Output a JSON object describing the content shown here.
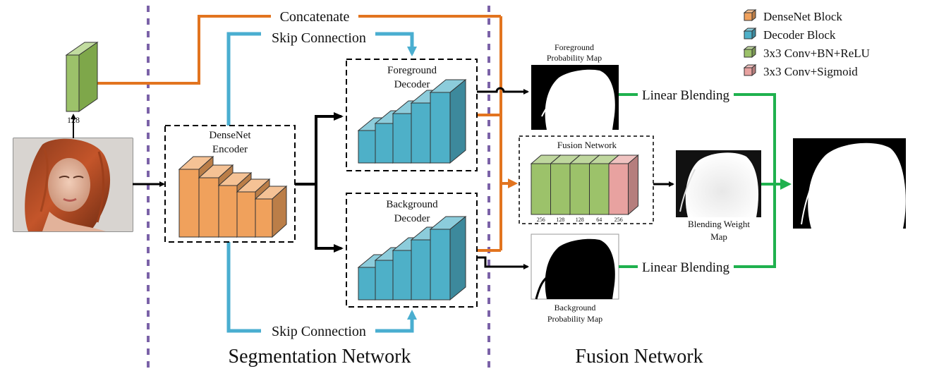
{
  "connections": {
    "concatenate": "Concatenate",
    "skip_top": "Skip Connection",
    "skip_bottom": "Skip Connection",
    "linear_blending_top": "Linear Blending",
    "linear_blending_bottom": "Linear Blending"
  },
  "feature_block": {
    "channels": "128"
  },
  "encoder": {
    "title_line1": "DenseNet",
    "title_line2": "Encoder"
  },
  "decoders": {
    "foreground": {
      "title_line1": "Foreground",
      "title_line2": "Decoder"
    },
    "background": {
      "title_line1": "Background",
      "title_line2": "Decoder"
    }
  },
  "maps": {
    "foreground": {
      "line1": "Foreground",
      "line2": "Probability Map"
    },
    "background": {
      "line1": "Background",
      "line2": "Probability Map"
    },
    "blending": {
      "line1": "Blending Weight",
      "line2": "Map"
    }
  },
  "fusion": {
    "title": "Fusion Network",
    "channels": [
      "256",
      "128",
      "128",
      "64",
      "256"
    ]
  },
  "sections": {
    "segmentation": "Segmentation Network",
    "fusion": "Fusion Network"
  },
  "legend": [
    {
      "label": "DenseNet Block",
      "color": "#f0a15c",
      "icon": "orange-cube-icon"
    },
    {
      "label": "Decoder Block",
      "color": "#4eb0c8",
      "icon": "blue-cube-icon"
    },
    {
      "label": "3x3 Conv+BN+ReLU",
      "color": "#9cc26a",
      "icon": "green-cube-icon"
    },
    {
      "label": "3x3 Conv+Sigmoid",
      "color": "#e8a2a0",
      "icon": "pink-cube-icon"
    }
  ],
  "colors": {
    "concat": "#e2741f",
    "skip": "#4aaed0",
    "blend": "#1fb14e",
    "divider": "#7b62a8",
    "densenet": "#f0a15c",
    "decoder": "#4eb0c8",
    "conv_relu": "#9cc26a",
    "conv_sigmoid": "#e8a2a0"
  }
}
